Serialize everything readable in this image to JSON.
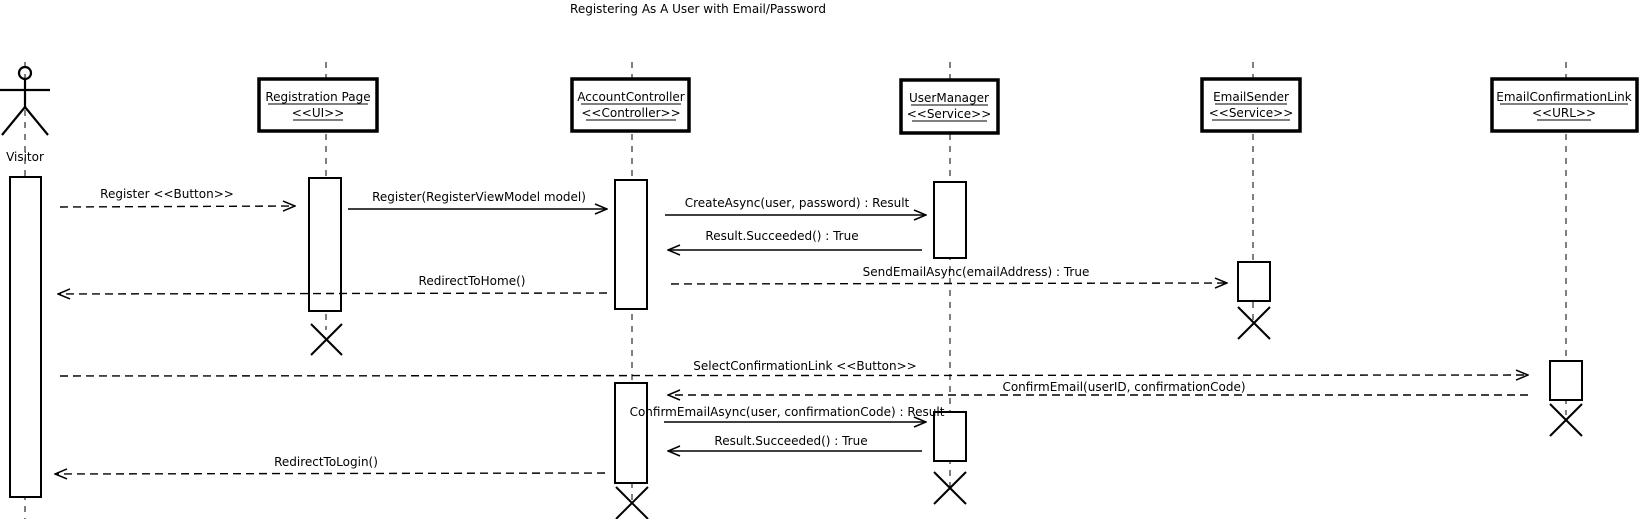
{
  "title": "Registering As A User with Email/Password",
  "actor": {
    "label": "Visitor"
  },
  "participants": [
    {
      "id": "reg",
      "name": "Registration Page",
      "stereotype": "<<UI>>"
    },
    {
      "id": "acc",
      "name": "AccountController",
      "stereotype": "<<Controller>>"
    },
    {
      "id": "um",
      "name": "UserManager",
      "stereotype": "<<Service>>"
    },
    {
      "id": "es",
      "name": "EmailSender",
      "stereotype": "<<Service>>"
    },
    {
      "id": "ecl",
      "name": "EmailConfirmationLink",
      "stereotype": "<<URL>>"
    }
  ],
  "messages": [
    {
      "from": "visitor",
      "to": "reg",
      "label": "Register <<Button>>",
      "kind": "async"
    },
    {
      "from": "reg",
      "to": "acc",
      "label": "Register(RegisterViewModel model)",
      "kind": "sync"
    },
    {
      "from": "acc",
      "to": "um",
      "label": "CreateAsync(user, password) : Result",
      "kind": "sync"
    },
    {
      "from": "um",
      "to": "acc",
      "label": "Result.Succeeded() : True",
      "kind": "reply"
    },
    {
      "from": "acc",
      "to": "es",
      "label": "SendEmailAsync(emailAddress) : True",
      "kind": "async"
    },
    {
      "from": "acc",
      "to": "visitor",
      "label": "RedirectToHome()",
      "kind": "return"
    },
    {
      "from": "visitor",
      "to": "ecl",
      "label": "SelectConfirmationLink <<Button>>",
      "kind": "async"
    },
    {
      "from": "ecl",
      "to": "acc",
      "label": "ConfirmEmail(userID, confirmationCode)",
      "kind": "return"
    },
    {
      "from": "acc",
      "to": "um",
      "label": "ConfirmEmailAsync(user, confirmationCode) : Result",
      "kind": "sync"
    },
    {
      "from": "um",
      "to": "acc",
      "label": "Result.Succeeded() : True",
      "kind": "reply"
    },
    {
      "from": "acc",
      "to": "visitor",
      "label": "RedirectToLogin()",
      "kind": "return"
    }
  ]
}
